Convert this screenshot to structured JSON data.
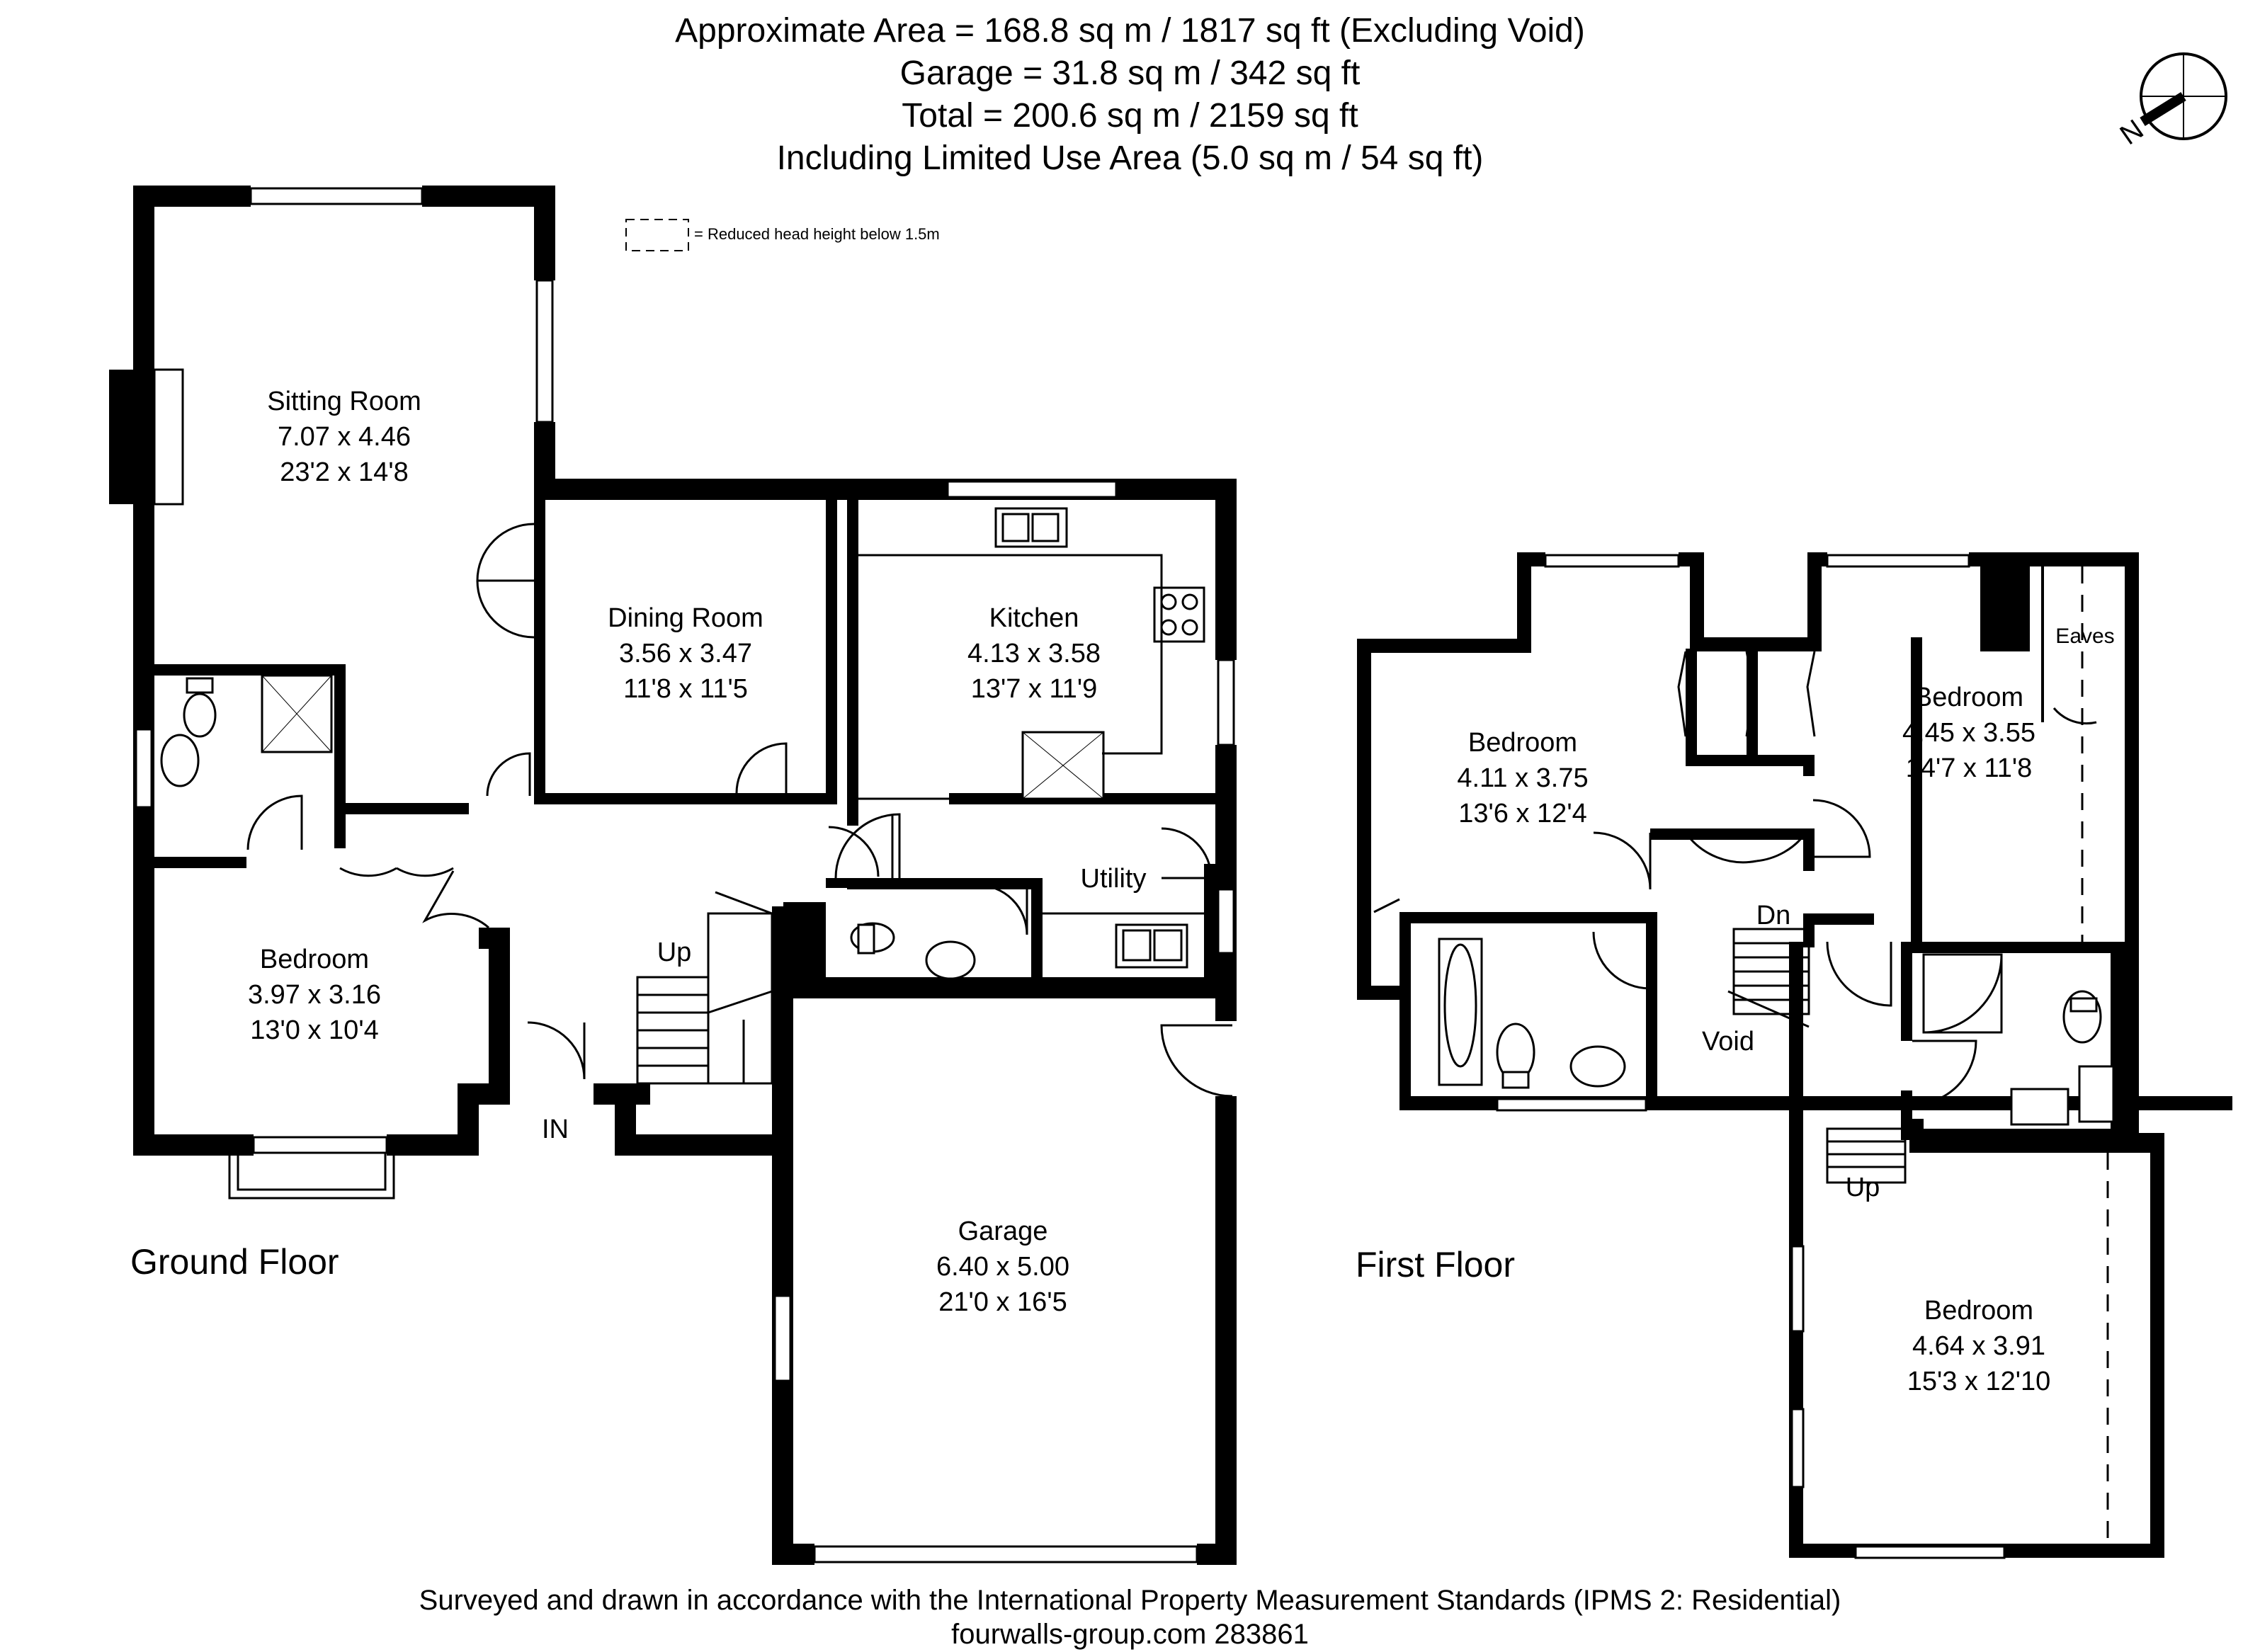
{
  "header": {
    "line1": "Approximate  Area = 168.8 sq m / 1817 sq ft (Excluding Void)",
    "line2": "Garage = 31.8 sq m / 342 sq ft",
    "line3": "Total = 200.6 sq m / 2159 sq ft",
    "line4": "Including Limited Use Area (5.0 sq m / 54 sq ft)"
  },
  "legend": {
    "text": "= Reduced head height below 1.5m"
  },
  "compass": {
    "label": "N"
  },
  "floors": {
    "ground": "Ground Floor",
    "first": "First Floor"
  },
  "rooms": [
    {
      "id": "sitting-room",
      "name": "Sitting Room",
      "metric": "7.07 x 4.46",
      "imperial": "23'2 x 14'8"
    },
    {
      "id": "dining-room",
      "name": "Dining Room",
      "metric": "3.56 x 3.47",
      "imperial": "11'8 x 11'5"
    },
    {
      "id": "kitchen",
      "name": "Kitchen",
      "metric": "4.13 x 3.58",
      "imperial": "13'7 x 11'9"
    },
    {
      "id": "ground-bedroom",
      "name": "Bedroom",
      "metric": "3.97 x 3.16",
      "imperial": "13'0 x 10'4"
    },
    {
      "id": "garage",
      "name": "Garage",
      "metric": "6.40 x 5.00",
      "imperial": "21'0 x 16'5"
    },
    {
      "id": "first-bedroom-1",
      "name": "Bedroom",
      "metric": "4.11 x 3.75",
      "imperial": "13'6 x 12'4"
    },
    {
      "id": "first-bedroom-2",
      "name": "Bedroom",
      "metric": "4.45 x 3.55",
      "imperial": "14'7 x 11'8"
    },
    {
      "id": "first-bedroom-3",
      "name": "Bedroom",
      "metric": "4.64 x 3.91",
      "imperial": "15'3 x 12'10"
    }
  ],
  "labels": {
    "utility": "Utility",
    "up_ground": "Up",
    "entrance": "IN",
    "down_first": "Dn",
    "void": "Void",
    "eaves": "Eaves",
    "up_first": "Up"
  },
  "footer": {
    "line1": "Surveyed and drawn in accordance with the International Property Measurement Standards (IPMS 2: Residential)",
    "line2": "fourwalls-group.com 283861"
  }
}
